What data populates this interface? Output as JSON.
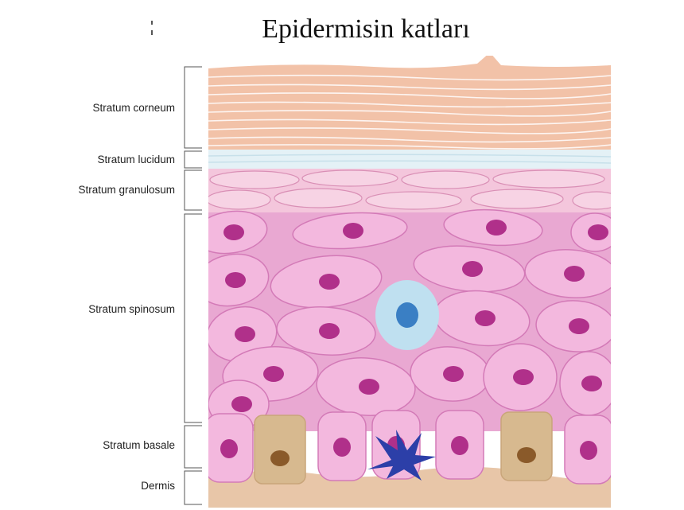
{
  "title": "Epidermisin katları",
  "layers": [
    {
      "label": "Stratum corneum"
    },
    {
      "label": "Stratum lucidum"
    },
    {
      "label": "Stratum granulosum"
    },
    {
      "label": "Stratum spinosum"
    },
    {
      "label": "Stratum basale"
    },
    {
      "label": "Dermis"
    }
  ],
  "colors": {
    "corneum": "#f2c2a8",
    "lucidum": "#e4f1f6",
    "granulosum": "#f4c6dc",
    "spinosum_cell": "#f3b8de",
    "nucleus": "#b0308a",
    "melanocyte": "#3a7fc4",
    "dendritic": "#2c3fa8",
    "basal_tan": "#d7b98f",
    "dermis": "#e8c6a8",
    "bracket": "#555555"
  }
}
